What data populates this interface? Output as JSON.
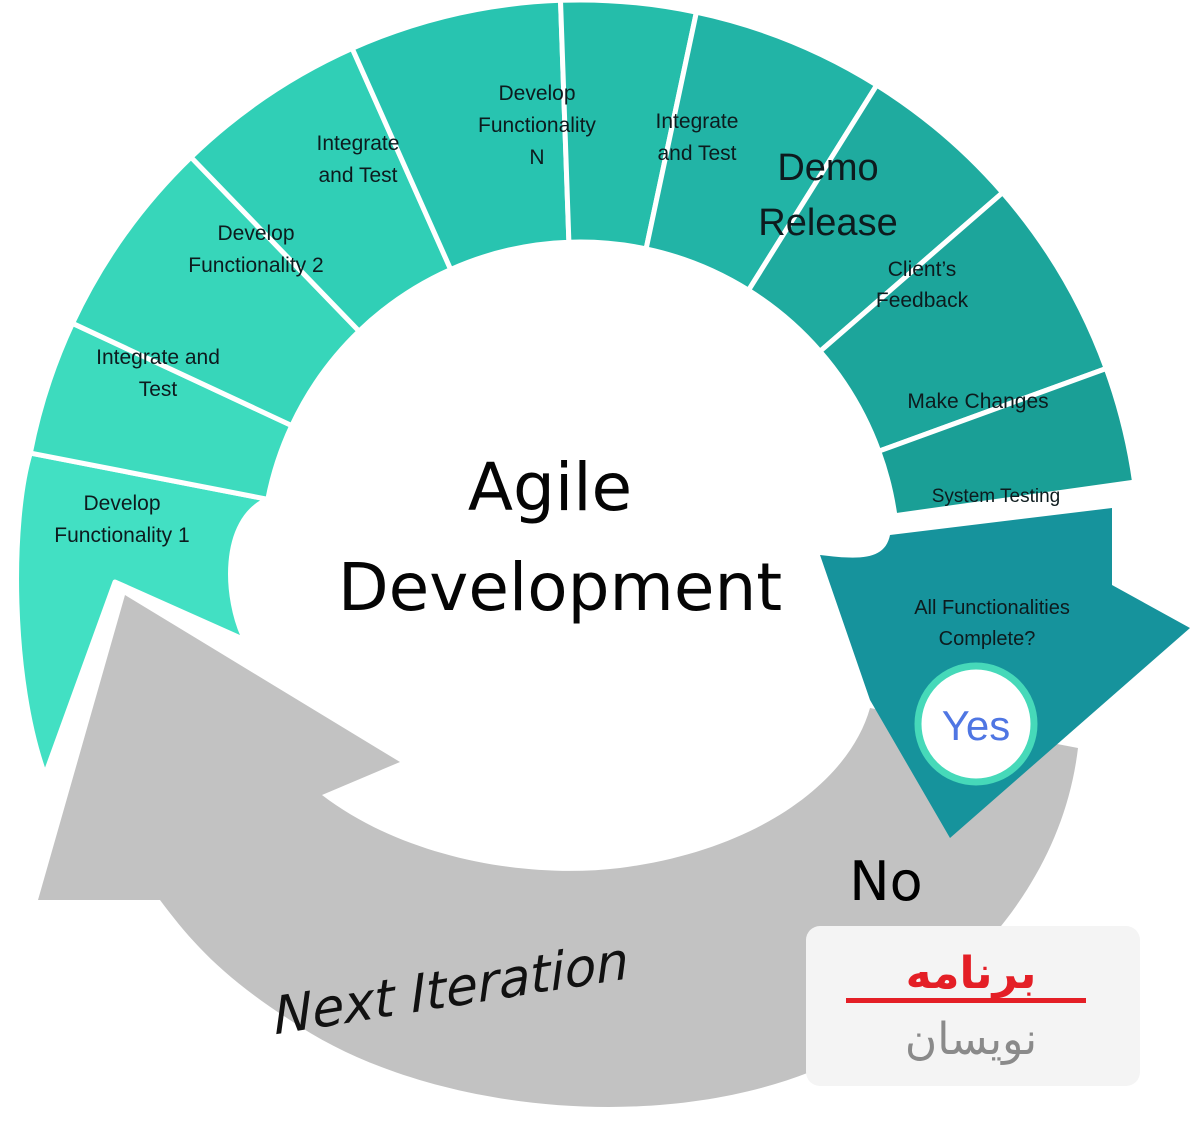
{
  "title": {
    "line1": "Agile",
    "line2": "Development"
  },
  "segments": [
    {
      "id": "develop-functionality-1",
      "lines": [
        "Develop",
        "Functionality 1"
      ],
      "color": "#42e0c3"
    },
    {
      "id": "integrate-and-test-1",
      "lines": [
        "Integrate and",
        "Test"
      ],
      "color": "#3ddbbe"
    },
    {
      "id": "develop-functionality-2",
      "lines": [
        "Develop",
        "Functionality 2"
      ],
      "color": "#37d6ba"
    },
    {
      "id": "integrate-and-test-2",
      "lines": [
        "Integrate",
        "and Test"
      ],
      "color": "#30cfb6"
    },
    {
      "id": "develop-functionality-n",
      "lines": [
        "Develop",
        "Functionality",
        "N"
      ],
      "color": "#28c4b0"
    },
    {
      "id": "integrate-and-test-3",
      "lines": [
        "Integrate",
        "and Test"
      ],
      "color": "#25bdaa"
    },
    {
      "id": "demo-release",
      "lines": [
        "Demo",
        "Release"
      ],
      "color": "#22b4a6"
    },
    {
      "id": "clients-feedback",
      "lines": [
        "Client’s",
        "Feedback"
      ],
      "color": "#1fab9f"
    },
    {
      "id": "make-changes",
      "lines": [
        "Make Changes"
      ],
      "color": "#1ca59b"
    },
    {
      "id": "system-testing",
      "lines": [
        "System Testing"
      ],
      "color": "#1a9f96"
    }
  ],
  "decision": {
    "lines": [
      "All Functionalities",
      "Complete?"
    ],
    "color": "#16939c"
  },
  "yes_label": "Yes",
  "no_label": "No",
  "return_arrow": {
    "label": "Next Iteration",
    "color": "#c2c2c2"
  },
  "logo": {
    "line1": "برنامه",
    "line2": "نویسان",
    "accent": "#e41f26",
    "secondary": "#8a8a8a"
  }
}
